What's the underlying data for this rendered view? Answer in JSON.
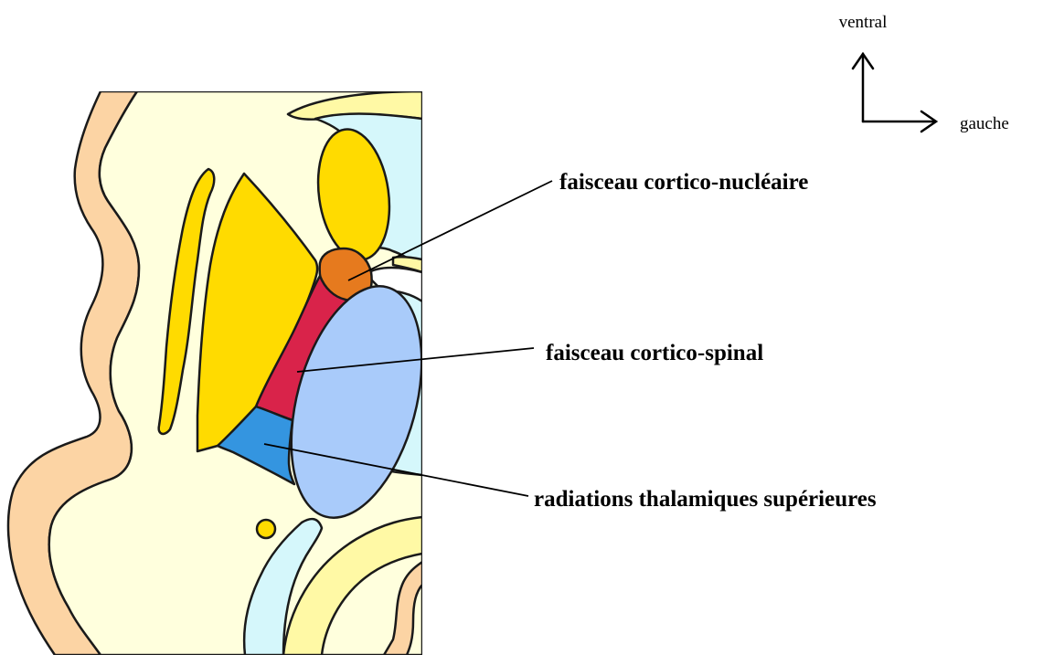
{
  "orientation": {
    "up_label": "ventral",
    "right_label": "gauche"
  },
  "labels": [
    {
      "id": "corticonuclear",
      "text": "faisceau cortico-nucléaire",
      "color": "#E67A1E"
    },
    {
      "id": "corticospinal",
      "text": "faisceau cortico-spinal",
      "color": "#D9234A"
    },
    {
      "id": "thalamic",
      "text": "radiations thalamiques supérieures",
      "color": "#3495E0"
    }
  ],
  "colors": {
    "cortex": "#FCD4A4",
    "white_matter": "#FFFFDD",
    "lentiform": "#FFDB00",
    "thalamus": "#A9CBFA",
    "ventricle": "#D5F7FB",
    "callosal": "#FFF9A5",
    "outline": "#1A1A1A"
  }
}
